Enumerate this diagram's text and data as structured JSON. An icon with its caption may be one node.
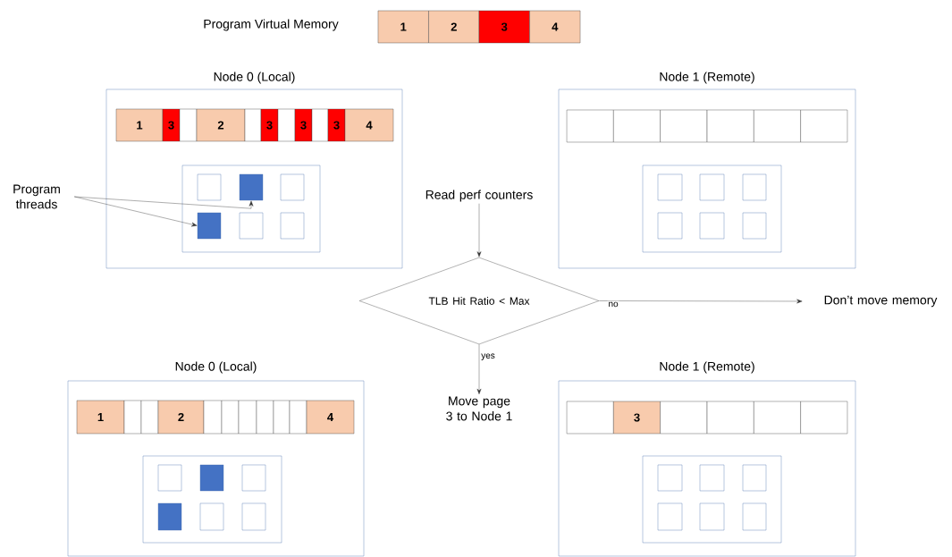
{
  "diagram": {
    "title": "Program Virtual Memory",
    "nodes": [
      {
        "text": [
          "1"
        ]
      },
      {
        "text": [
          "2"
        ]
      },
      {
        "text": [
          "3"
        ]
      },
      {
        "text": [
          "4"
        ]
      },
      {
        "text": [
          "Node 0 (Local)"
        ]
      },
      {
        "text": [
          "1"
        ],
        "in": 4
      },
      {
        "text": [
          "3"
        ],
        "in": 4
      },
      {
        "text": [],
        "shape": "box",
        "in": 4
      },
      {
        "text": [
          "2"
        ],
        "in": 4
      },
      {
        "text": [],
        "shape": "box",
        "in": 4
      },
      {
        "text": [
          "3"
        ],
        "in": 4
      },
      {
        "text": [],
        "shape": "box",
        "in": 4
      },
      {
        "text": [
          "3"
        ],
        "in": 4
      },
      {
        "text": [],
        "shape": "box",
        "in": 4
      },
      {
        "text": [
          "3"
        ],
        "in": 4
      },
      {
        "text": [
          "4"
        ],
        "in": 4
      },
      {
        "text": [],
        "shape": "box",
        "in": 4
      },
      {
        "text": [],
        "shape": "box",
        "in": 16
      },
      {
        "text": [],
        "shape": "box",
        "in": 16
      },
      {
        "text": [],
        "shape": "box",
        "in": 16
      },
      {
        "text": [],
        "shape": "box",
        "in": 16
      },
      {
        "text": [],
        "shape": "box",
        "in": 16
      },
      {
        "text": [],
        "shape": "box",
        "in": 16
      },
      {
        "text": [
          "Program threads"
        ]
      },
      {
        "text": [
          "Node 1 (Remote)"
        ]
      },
      {
        "text": [],
        "shape": "box",
        "in": 24
      },
      {
        "text": [],
        "shape": "box",
        "in": 24
      },
      {
        "text": [],
        "shape": "box",
        "in": 24
      },
      {
        "text": [],
        "shape": "box",
        "in": 24
      },
      {
        "text": [],
        "shape": "box",
        "in": 24
      },
      {
        "text": [],
        "shape": "box",
        "in": 24
      },
      {
        "text": [],
        "shape": "box",
        "in": 24
      },
      {
        "text": [],
        "shape": "box",
        "in": 31
      },
      {
        "text": [],
        "shape": "box",
        "in": 31
      },
      {
        "text": [],
        "shape": "box",
        "in": 31
      },
      {
        "text": [],
        "shape": "box",
        "in": 31
      },
      {
        "text": [],
        "shape": "box",
        "in": 31
      },
      {
        "text": [],
        "shape": "box",
        "in": 31
      },
      {
        "text": [
          "Read perf counters"
        ]
      },
      {
        "text": [
          "TLB Hit Ratio < Max"
        ]
      },
      {
        "text": [
          "Don’t move memory"
        ]
      },
      {
        "text": [
          "Move page 3 to Node 1"
        ]
      },
      {
        "text": [
          "Node 0 (Local)"
        ]
      },
      {
        "text": [
          "1"
        ],
        "in": 42
      },
      {
        "text": [],
        "shape": "box",
        "in": 42
      },
      {
        "text": [],
        "shape": "box",
        "in": 42
      },
      {
        "text": [
          "2"
        ],
        "in": 42
      },
      {
        "text": [],
        "shape": "box",
        "in": 42
      },
      {
        "text": [],
        "shape": "box",
        "in": 42
      },
      {
        "text": [],
        "shape": "box",
        "in": 42
      },
      {
        "text": [],
        "shape": "box",
        "in": 42
      },
      {
        "text": [],
        "shape": "box",
        "in": 42
      },
      {
        "text": [],
        "shape": "box",
        "in": 42
      },
      {
        "text": [
          "4"
        ],
        "in": 42
      },
      {
        "text": [],
        "shape": "box",
        "in": 42
      },
      {
        "text": [],
        "shape": "box",
        "in": 54
      },
      {
        "text": [],
        "shape": "box",
        "in": 54
      },
      {
        "text": [],
        "shape": "box",
        "in": 54
      },
      {
        "text": [],
        "shape": "box",
        "in": 54
      },
      {
        "text": [],
        "shape": "box",
        "in": 54
      },
      {
        "text": [],
        "shape": "box",
        "in": 54
      },
      {
        "text": [
          "Node 1 (Remote)"
        ]
      },
      {
        "text": [],
        "shape": "box",
        "in": 61
      },
      {
        "text": [
          "3"
        ],
        "in": 61
      },
      {
        "text": [],
        "shape": "box",
        "in": 61
      },
      {
        "text": [],
        "shape": "box",
        "in": 61
      },
      {
        "text": [],
        "shape": "box",
        "in": 61
      },
      {
        "text": [],
        "shape": "box",
        "in": 61
      },
      {
        "text": [],
        "shape": "box",
        "in": 61
      },
      {
        "text": [],
        "shape": "box",
        "in": 68
      },
      {
        "text": [],
        "shape": "box",
        "in": 68
      },
      {
        "text": [],
        "shape": "box",
        "in": 68
      },
      {
        "text": [],
        "shape": "box",
        "in": 68
      },
      {
        "text": [],
        "shape": "box",
        "in": 68
      },
      {
        "text": [],
        "shape": "box",
        "in": 68
      }
    ],
    "edges": [
      {
        "from": 23,
        "to": 18,
        "arrow": "to"
      },
      {
        "from": 23,
        "to": 20,
        "arrow": "to"
      },
      {
        "from": 38,
        "to": 39,
        "arrow": "to"
      },
      {
        "from": 39,
        "to": 40,
        "arrow": "to",
        "label": "no"
      },
      {
        "from": 39,
        "to": 41,
        "arrow": "to",
        "label": "yes"
      }
    ]
  }
}
